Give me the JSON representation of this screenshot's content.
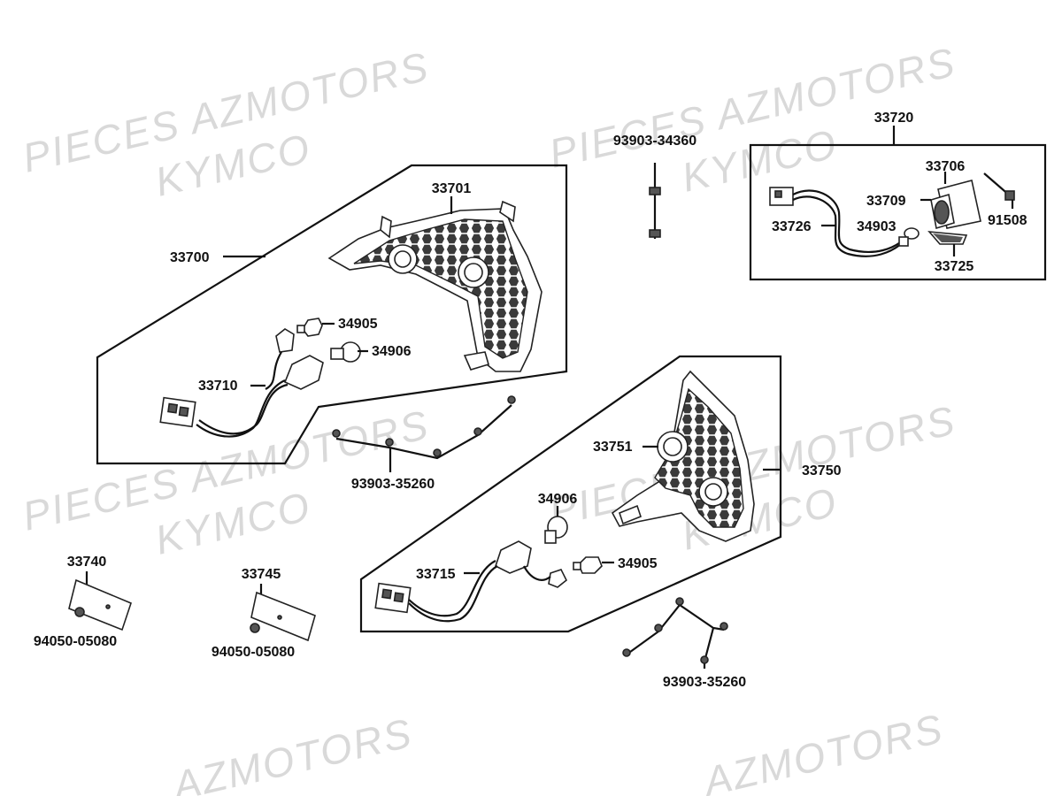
{
  "watermarks": [
    {
      "lines": [
        "PIECES AZMOTORS",
        "KYMCO"
      ]
    },
    {
      "lines": [
        "PIECES AZMOTORS",
        "KYMCO"
      ]
    },
    {
      "lines": [
        "PIECES AZMOTORS",
        "KYMCO"
      ]
    },
    {
      "lines": [
        "PIECES AZMOTORS",
        "KYMCO"
      ]
    },
    {
      "lines": [
        "AZMOTORS"
      ]
    },
    {
      "lines": [
        "AZMOTORS"
      ]
    }
  ],
  "part_labels": {
    "p33700": "33700",
    "p33701": "33701",
    "p34905a": "34905",
    "p34906a": "34906",
    "p33710": "33710",
    "p93903_34360": "93903-34360",
    "p33720": "33720",
    "p33706": "33706",
    "p33709": "33709",
    "p91508": "91508",
    "p33726": "33726",
    "p34903": "34903",
    "p33725": "33725",
    "p93903_35260a": "93903-35260",
    "p33751": "33751",
    "p33750": "33750",
    "p34906b": "34906",
    "p34905b": "34905",
    "p33715": "33715",
    "p93903_35260b": "93903-35260",
    "p33740": "33740",
    "p94050_05080a": "94050-05080",
    "p33745": "33745",
    "p94050_05080b": "94050-05080"
  }
}
